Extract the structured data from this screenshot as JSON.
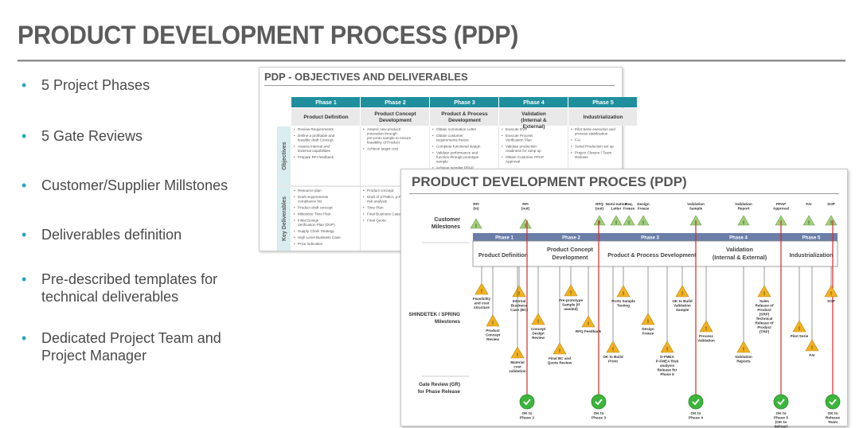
{
  "title": "PRODUCT DEVELOPMENT PROCESS (PDP)",
  "bullets": [
    "5 Project Phases",
    "5 Gate Reviews",
    "Customer/Supplier Millstones",
    "Deliverables definition",
    "Pre-described templates for technical deliverables",
    "Dedicated Project Team and Project Manager"
  ],
  "slide_objectives": {
    "title": "PDP - OBJECTIVES AND DELIVERABLES",
    "phases": [
      "Phase 1",
      "Phase 2",
      "Phase 3",
      "Phase 4",
      "Phase 5"
    ],
    "phase_names": [
      "Product Definition",
      "Product Concept Development",
      "Product & Process Development",
      "Validation (Internal & External)",
      "Industrialization"
    ],
    "row_labels": [
      "Objectives",
      "Key Deliverables"
    ],
    "objectives": [
      [
        "Review Requirements",
        "Define a profitable and feasible draft Concept",
        "Assess internal and External capabilities",
        "Prepare RFI feedback"
      ],
      [
        "Assess new product/ innovation through pre-proto sample to ensure feasibility of Product",
        "Achieve target cost"
      ],
      [
        "Obtain nomination Letter",
        "Obtain customer requirements freeze",
        "Complete functional design",
        "Validate performance and function through prototype sample",
        "Achieve supplier PPAP"
      ],
      [
        "Execute DVP",
        "Execute Process Verification Plan",
        "Validate production readiness for ramp up",
        "Obtain Customer PPAP Approval"
      ],
      [
        "Pilot Serie execution and process stabilization",
        "FAI",
        "Serial Production set up",
        "Project Closure / Team Release"
      ]
    ],
    "deliverables": [
      [
        "Resource plan",
        "Draft requirements compliance list",
        "Product draft concept",
        "Milestone Time Plan",
        "Initial Design Verification Plan (DVP)",
        "Supply Chain Strategy",
        "High Level Business Case",
        "Price indication"
      ],
      [
        "Product concept",
        "Draft of d-FMEA, p-FMEA, risk analysis",
        "Time Plan",
        "Final Business Case",
        "Final Quote"
      ]
    ]
  },
  "slide_process": {
    "title": "PRODUCT DEVELOPMENT PROCES (PDP)",
    "row_labels": {
      "customer": "Customer Milestones",
      "supplier": "SHINDETEK / SPRING Milestones",
      "gate": "Gate Review (GR) for Phase Release"
    },
    "customer_milestones": [
      "RFI (in)",
      "RFI (out)",
      "RFQ (out)",
      "Nomi-nation Letter",
      "Req. Freeze",
      "Design Freeze",
      "Validation Sample",
      "Validation Report",
      "PPAP Approval",
      "FAI",
      "SOP"
    ],
    "phases": [
      "Phase 1",
      "Phase 2",
      "Phase 3",
      "Phase 4",
      "Phase 5"
    ],
    "phase_names": [
      "Product Definition",
      "Product Concept Development",
      "Product & Process Development",
      "Validation (Internal & External)",
      "Industrialization"
    ],
    "supplier_milestones": [
      "Feasibility and cost structure",
      "Internal Business Case (BC)",
      "Product Concept Review",
      "Material cost validation",
      "Concept Design Review",
      "Pre-prototype Sample (if needed)",
      "Final BC and Quote Review",
      "RFQ Feedback",
      "Proto Sample Testing",
      "OK to Build Proto",
      "Design Freeze",
      "OK to Build Validation Sample",
      "D-FMEA P-FMEA Risk analysis Release for Phase 5",
      "Process Validation",
      "Validation Reports",
      "Sales Release of Product (SRP) Technical Release of Product (TRP)",
      "Pilot Serie",
      "FAI",
      "SOP"
    ],
    "gates": [
      "OK to Phase 2",
      "OK to Phase 3",
      "OK to Phase 4",
      "OK to Phase 5 (OK to deliver)",
      "OK to Release Team"
    ]
  },
  "colors": {
    "teal": "#2aa7b8",
    "band": "#6a7ea8",
    "red": "#d42a2a",
    "warn": "#f2b21e",
    "ok": "#3bb53b",
    "tealHdr": "#1f8f9e"
  }
}
